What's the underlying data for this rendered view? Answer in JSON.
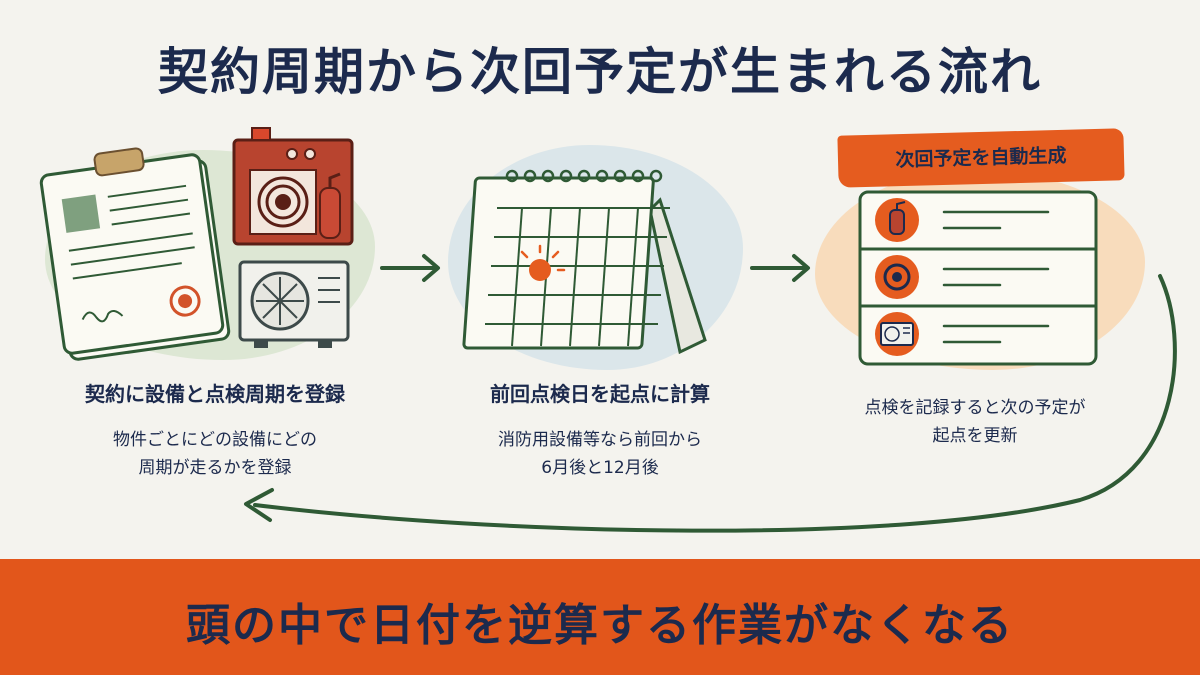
{
  "title": "契約周期から次回予定が生まれる流れ",
  "steps": [
    {
      "title": "契約に設備と点検周期を登録",
      "desc_lines": [
        "物件ごとにどの設備にどの",
        "周期が走るかを登録"
      ],
      "icons": [
        "contract-document-icon",
        "fire-hose-cabinet-icon",
        "air-conditioner-unit-icon"
      ]
    },
    {
      "title": "前回点検日を起点に計算",
      "desc_lines": [
        "消防用設備等なら前回から",
        "6月後と12月後"
      ],
      "icons": [
        "calendar-icon"
      ]
    },
    {
      "tag": "次回予定を自動生成",
      "desc_lines": [
        "点検を記録すると次の予定が",
        "起点を更新"
      ],
      "icons": [
        "fire-extinguisher-icon",
        "fire-hose-icon",
        "air-conditioner-icon"
      ]
    }
  ],
  "banner": "頭の中で日付を逆算する作業がなくなる",
  "colors": {
    "accent": "#e2561b",
    "navy": "#1c2a4d",
    "green": "#2f5a35",
    "background": "#f4f3ee"
  }
}
